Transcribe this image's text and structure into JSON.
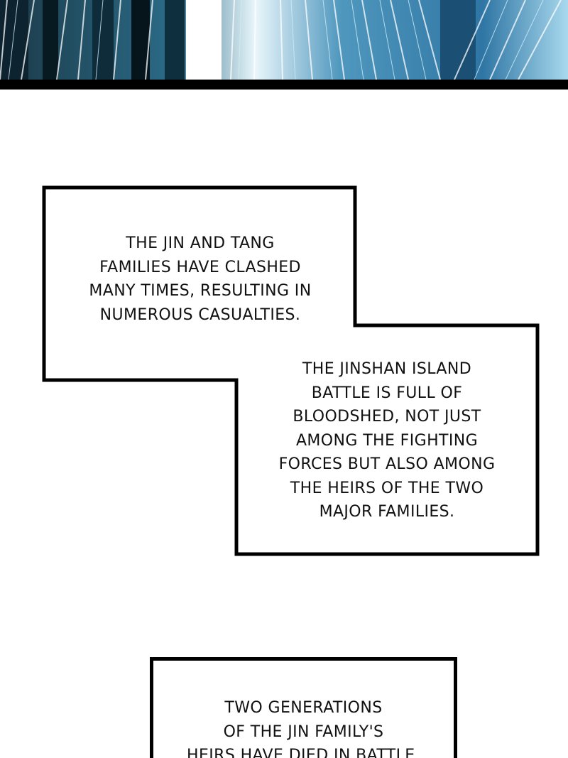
{
  "captions": [
    {
      "lines": "THE JIN AND TANG\nFAMILIES HAVE CLASHED\nMANY TIMES, RESULTING IN\nNUMEROUS CASUALTIES."
    },
    {
      "lines": "THE JINSHAN ISLAND\nBATTLE IS FULL OF\nBLOODSHED, NOT JUST\nAMONG THE FIGHTING\nFORCES BUT ALSO AMONG\nTHE HEIRS OF THE TWO\nMAJOR FAMILIES."
    },
    {
      "lines": "TWO GENERATIONS\nOF THE JIN FAMILY'S\nHEIRS HAVE DIED IN BATTLE."
    }
  ],
  "colors": {
    "art_dark": "#0d2430",
    "art_mid": "#2f6f8c",
    "art_light": "#bfe6f5",
    "border": "#000000"
  }
}
